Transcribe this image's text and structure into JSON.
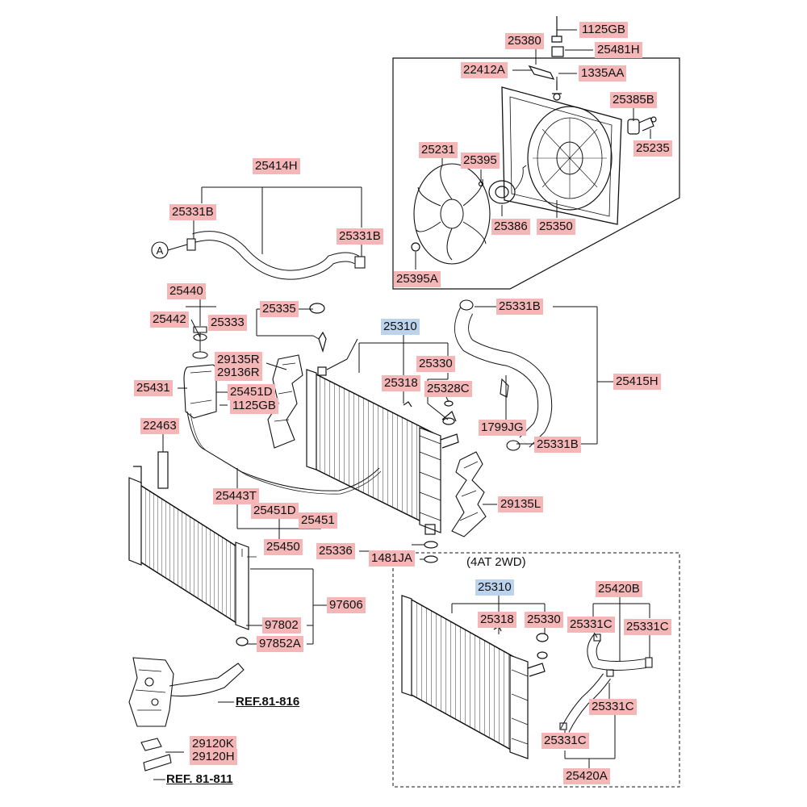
{
  "variant_label": "(4AT 2WD)",
  "refs": {
    "ref1": "REF.81-816",
    "ref2": "REF. 81-811"
  },
  "circle_marker": "A",
  "parts": {
    "p1125GB": "1125GB",
    "p25380": "25380",
    "p25481H": "25481H",
    "p22412A": "22412A",
    "p1335AA": "1335AA",
    "p25385B": "25385B",
    "p25231": "25231",
    "p25395": "25395",
    "p25235": "25235",
    "p25386": "25386",
    "p25350": "25350",
    "p25395A": "25395A",
    "p25414H": "25414H",
    "p25331B_hose_left": "25331B",
    "p25331B_hose_right": "25331B",
    "p25440": "25440",
    "p25335": "25335",
    "p25442": "25442",
    "p25333": "25333",
    "p25310_main": "25310",
    "p29135R": "29135R",
    "p29136R": "29136R",
    "p25330_main": "25330",
    "p25331B_upper": "25331B",
    "p25415H": "25415H",
    "p25431": "25431",
    "p25451D_upper": "25451D",
    "p1125GB_tank": "1125GB",
    "p25318_main": "25318",
    "p25328C": "25328C",
    "p1799JG": "1799JG",
    "p22463": "22463",
    "p25331B_lower": "25331B",
    "p25443T": "25443T",
    "p29135L": "29135L",
    "p25451D_lower": "25451D",
    "p25451": "25451",
    "p25450": "25450",
    "p25336": "25336",
    "p1481JA": "1481JA",
    "p97606": "97606",
    "p97802": "97802",
    "p97852A": "97852A",
    "p25310_alt": "25310",
    "p25420B": "25420B",
    "p25318_alt": "25318",
    "p25330_alt": "25330",
    "p25331C_a": "25331C",
    "p25331C_b": "25331C",
    "p25331C_c": "25331C",
    "p25331C_d": "25331C",
    "p25420A": "25420A",
    "p29120K": "29120K",
    "p29120H": "29120H"
  }
}
